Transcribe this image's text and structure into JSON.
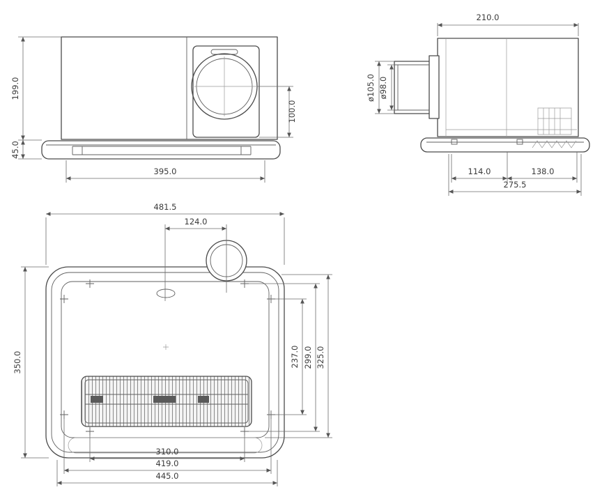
{
  "colors": {
    "object_line": "#4a4a4a",
    "dimension_line": "#6b6b6b",
    "text": "#3a3a3a",
    "background": "#ffffff"
  },
  "views": {
    "front": {
      "dims": {
        "height": "199.0",
        "flange_height": "45.0",
        "width": "395.0",
        "duct_center_drop": "100.0"
      }
    },
    "side": {
      "dims": {
        "depth": "210.0",
        "duct_outer_diameter": "ø105.0",
        "duct_inner_diameter": "ø98.0",
        "front_section": "114.0",
        "rear_section": "138.0",
        "overall_depth": "275.5"
      }
    },
    "plan": {
      "dims": {
        "overall_width": "481.5",
        "duct_center_offset": "124.0",
        "overall_depth": "350.0",
        "mount_depth": "237.0",
        "body_depth": "299.0",
        "cutout_depth": "325.0",
        "grille_width": "310.0",
        "mount_width": "419.0",
        "body_width": "445.0"
      }
    }
  }
}
